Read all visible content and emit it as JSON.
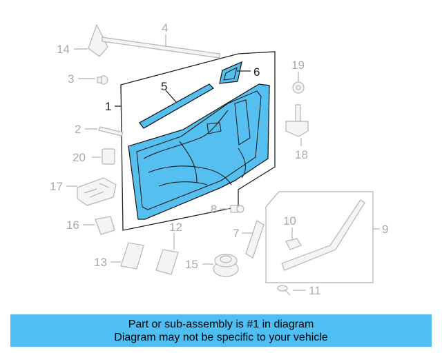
{
  "diagram": {
    "highlight_color": "#55c0f0",
    "callouts": {
      "c1": "1",
      "c2": "2",
      "c3": "3",
      "c4": "4",
      "c5": "5",
      "c6": "6",
      "c7": "7",
      "c8": "8",
      "c9": "9",
      "c10": "10",
      "c11": "11",
      "c12": "12",
      "c13": "13",
      "c14": "14",
      "c15": "15",
      "c16": "16",
      "c17": "17",
      "c18": "18",
      "c19": "19",
      "c20": "20"
    }
  },
  "banner": {
    "line1": "Part or sub-assembly is #1 in diagram",
    "line2": "Diagram may not be specific to your vehicle",
    "color": "#4fbff3"
  }
}
